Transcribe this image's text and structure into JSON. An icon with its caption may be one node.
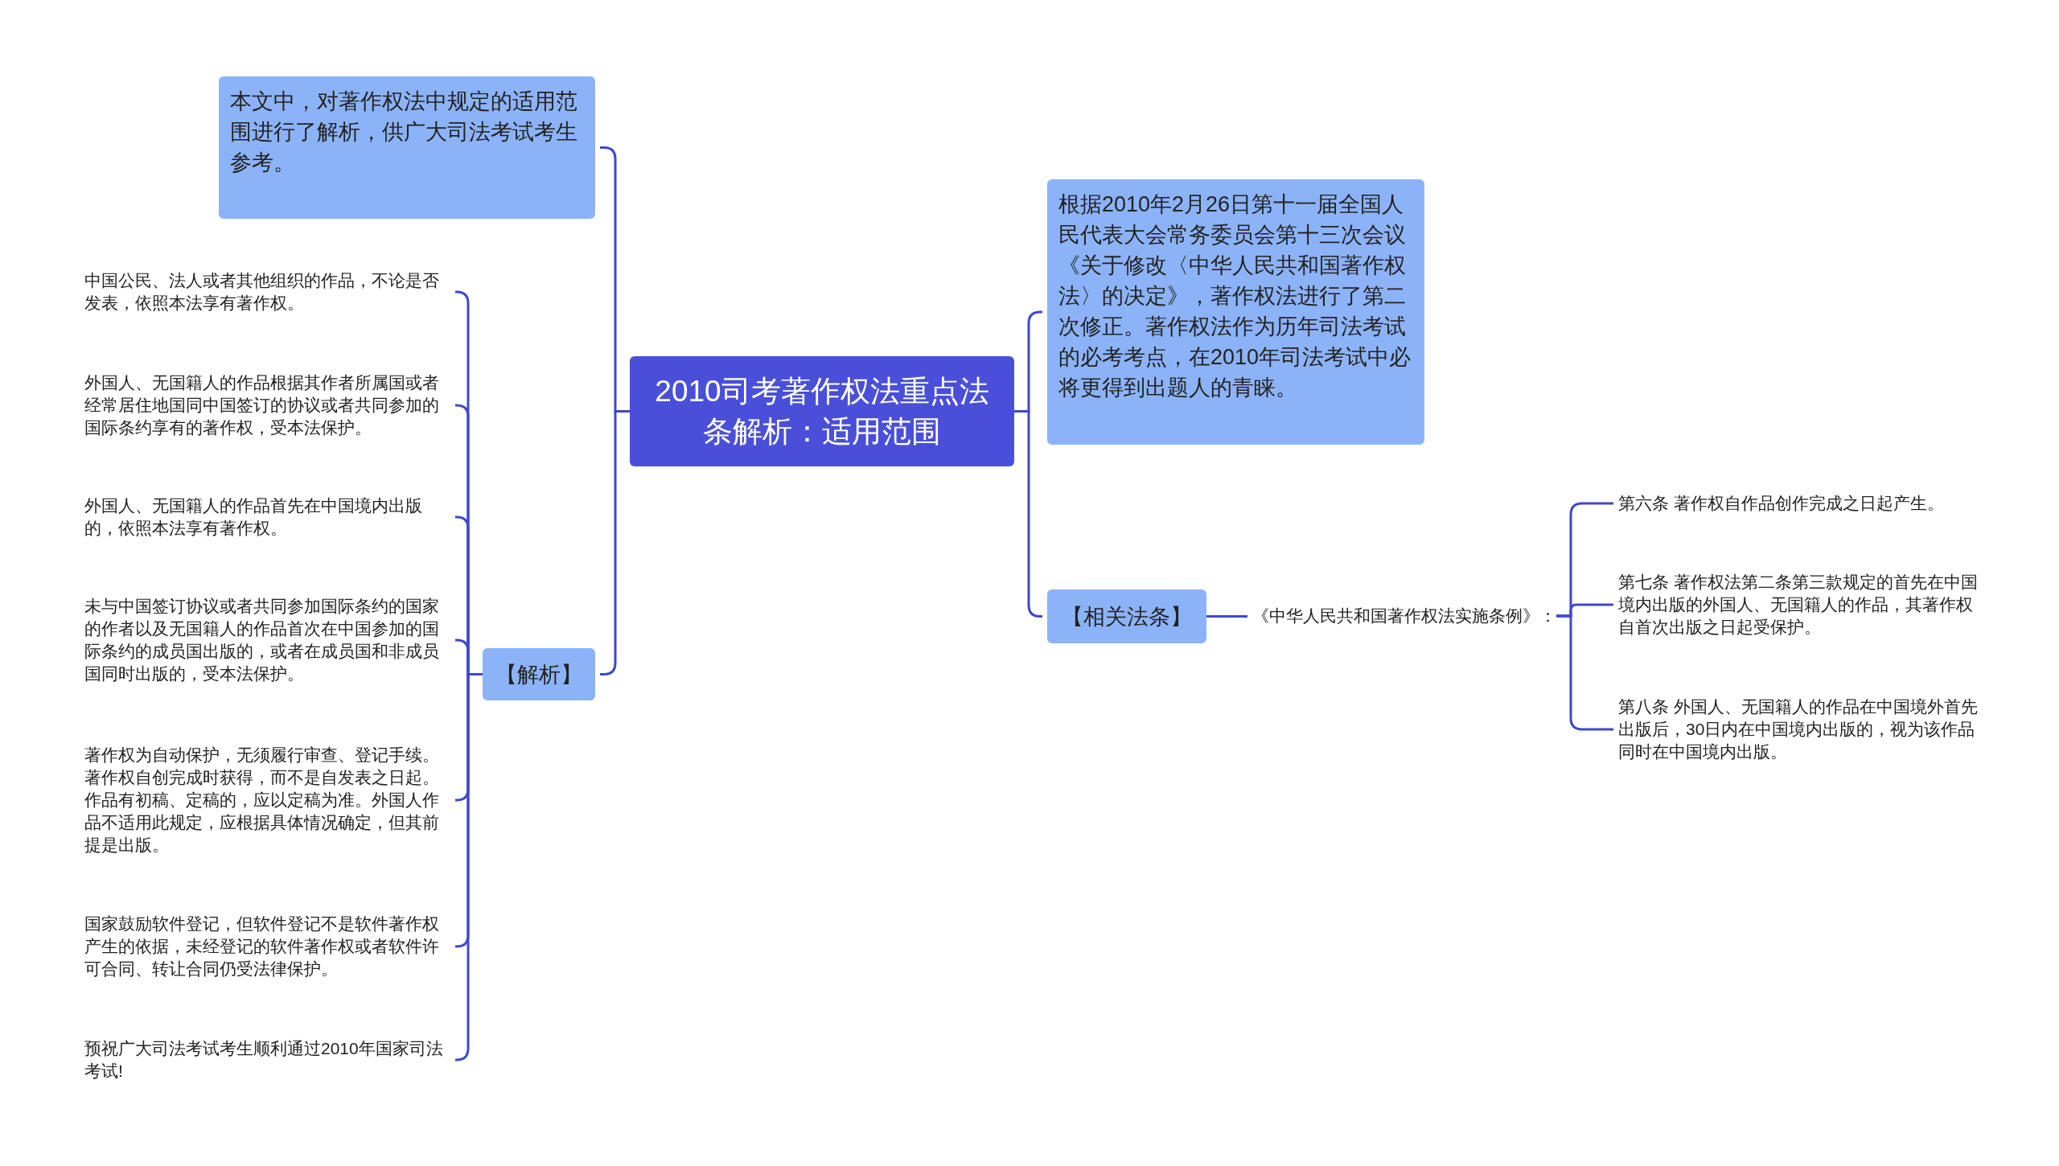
{
  "diagram": {
    "nodes": [
      {
        "text": [
          "2010司考著作权法重点法条解析：适用范围"
        ]
      },
      {
        "text": [
          "本文中，对著作权法中规定的适用范围进行了解析，供广大司法考试考生参考。"
        ]
      },
      {
        "text": [
          "【解析】"
        ]
      },
      {
        "text": [
          "中国公民、法人或者其他组织的作品，不论是否发表，依照本法享有著作权。"
        ]
      },
      {
        "text": [
          "外国人、无国籍人的作品根据其作者所属国或者经常居住地国同中国签订的协议或者共同参加的国际条约享有的著作权，受本法保护。"
        ]
      },
      {
        "text": [
          "外国人、无国籍人的作品首先在中国境内出版的，依照本法享有著作权。"
        ]
      },
      {
        "text": [
          "未与中国签订协议或者共同参加国际条约的国家的作者以及无国籍人的作品首次在中国参加的国际条约的成员国出版的，或者在成员国和非成员国同时出版的，受本法保护。"
        ]
      },
      {
        "text": [
          "著作权为自动保护，无须履行审查、登记手续。著作权自创完成时获得，而不是自发表之日起。作品有初稿、定稿的，应以定稿为准。外国人作品不适用此规定，应根据具体情况确定，但其前提是出版。"
        ]
      },
      {
        "text": [
          "国家鼓励软件登记，但软件登记不是软件著作权产生的依据，未经登记的软件著作权或者软件许可合同、转让合同仍受法律保护。"
        ]
      },
      {
        "text": [
          "预祝广大司法考试考生顺利通过2010年国家司法考试!"
        ]
      },
      {
        "text": [
          "根据2010年2月26日第十一届全国人民代表大会常务委员会第十三次会议《关于修改〈中华人民共和国著作权法〉的决定》，著作权法进行了第二次修正。著作权法作为历年司法考试的必考考点，在2010年司法考试中必将更得到出题人的青睐。"
        ]
      },
      {
        "text": [
          "【相关法条】"
        ]
      },
      {
        "text": [
          "《中华人民共和国著作权法实施条例》："
        ]
      },
      {
        "text": [
          "第六条 著作权自作品创作完成之日起产生。"
        ]
      },
      {
        "text": [
          "第七条 著作权法第二条第三款规定的首先在中国境内出版的外国人、无国籍人的作品，其著作权自首次出版之日起受保护。"
        ]
      },
      {
        "text": [
          "第八条 外国人、无国籍人的作品在中国境外首先出版后，30日内在中国境内出版的，视为该作品同时在中国境内出版。"
        ]
      }
    ],
    "edges": [
      {
        "from": 0,
        "to": 1,
        "arrow": "none"
      },
      {
        "from": 0,
        "to": 2,
        "arrow": "none"
      },
      {
        "from": 2,
        "to": 3,
        "arrow": "none"
      },
      {
        "from": 2,
        "to": 4,
        "arrow": "none"
      },
      {
        "from": 2,
        "to": 5,
        "arrow": "none"
      },
      {
        "from": 2,
        "to": 6,
        "arrow": "none"
      },
      {
        "from": 2,
        "to": 7,
        "arrow": "none"
      },
      {
        "from": 2,
        "to": 8,
        "arrow": "none"
      },
      {
        "from": 2,
        "to": 9,
        "arrow": "none"
      },
      {
        "from": 0,
        "to": 10,
        "arrow": "none"
      },
      {
        "from": 0,
        "to": 11,
        "arrow": "none"
      },
      {
        "from": 11,
        "to": 12,
        "arrow": "none"
      },
      {
        "from": 12,
        "to": 13,
        "arrow": "none"
      },
      {
        "from": 12,
        "to": 14,
        "arrow": "none"
      },
      {
        "from": 12,
        "to": 15,
        "arrow": "none"
      }
    ]
  }
}
